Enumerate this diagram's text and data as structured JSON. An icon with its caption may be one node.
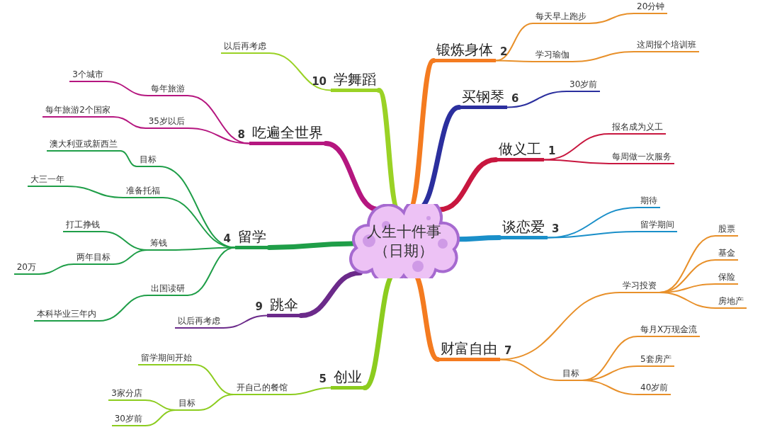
{
  "diagram": {
    "nodes": [
      {
        "text": [
          "人生十件事",
          "（日期）"
        ]
      },
      {
        "text": [
          "锻炼身体"
        ],
        "beside": [
          "2"
        ]
      },
      {
        "text": [
          "每天早上跑步"
        ]
      },
      {
        "text": [
          "20分钟"
        ]
      },
      {
        "text": [
          "学习瑜伽"
        ]
      },
      {
        "text": [
          "这周报个培训班"
        ]
      },
      {
        "text": [
          "买钢琴"
        ],
        "beside": [
          "6"
        ]
      },
      {
        "text": [
          "30岁前"
        ]
      },
      {
        "text": [
          "做义工"
        ],
        "beside": [
          "1"
        ]
      },
      {
        "text": [
          "报名成为义工"
        ]
      },
      {
        "text": [
          "每周做一次服务"
        ]
      },
      {
        "text": [
          "谈恋爱"
        ],
        "beside": [
          "3"
        ]
      },
      {
        "text": [
          "期待"
        ]
      },
      {
        "text": [
          "留学期间"
        ]
      },
      {
        "text": [
          "财富自由"
        ],
        "beside": [
          "7"
        ]
      },
      {
        "text": [
          "学习投资"
        ]
      },
      {
        "text": [
          "股票"
        ]
      },
      {
        "text": [
          "基金"
        ]
      },
      {
        "text": [
          "保险"
        ]
      },
      {
        "text": [
          "房地产"
        ]
      },
      {
        "text": [
          "目标"
        ]
      },
      {
        "text": [
          "每月X万现金流"
        ]
      },
      {
        "text": [
          "5套房产"
        ]
      },
      {
        "text": [
          "40岁前"
        ]
      },
      {
        "text": [
          "创业"
        ],
        "beside": [
          "5"
        ]
      },
      {
        "text": [
          "开自己的餐馆"
        ]
      },
      {
        "text": [
          "留学期间开始"
        ]
      },
      {
        "text": [
          "目标"
        ]
      },
      {
        "text": [
          "3家分店"
        ]
      },
      {
        "text": [
          "30岁前"
        ]
      },
      {
        "text": [
          "跳伞"
        ],
        "beside": [
          "9"
        ]
      },
      {
        "text": [
          "以后再考虑"
        ]
      },
      {
        "text": [
          "留学"
        ],
        "beside": [
          "4"
        ]
      },
      {
        "text": [
          "目标"
        ]
      },
      {
        "text": [
          "澳大利亚或新西兰"
        ]
      },
      {
        "text": [
          "准备托福"
        ]
      },
      {
        "text": [
          "大三一年"
        ]
      },
      {
        "text": [
          "筹钱"
        ]
      },
      {
        "text": [
          "打工挣钱"
        ]
      },
      {
        "text": [
          "两年目标"
        ]
      },
      {
        "text": [
          "20万"
        ]
      },
      {
        "text": [
          "出国读研"
        ]
      },
      {
        "text": [
          "本科毕业三年内"
        ]
      },
      {
        "text": [
          "吃遍全世界"
        ],
        "beside": [
          "8"
        ]
      },
      {
        "text": [
          "每年旅游"
        ]
      },
      {
        "text": [
          "3个城市"
        ]
      },
      {
        "text": [
          "35岁以后"
        ]
      },
      {
        "text": [
          "每年旅游2个国家"
        ]
      },
      {
        "text": [
          "学舞蹈"
        ],
        "beside": [
          "10"
        ]
      },
      {
        "text": [
          "以后再考虑"
        ]
      }
    ],
    "edges": [
      {
        "from": 0,
        "to": 1,
        "arrow": "none",
        "style": "thick",
        "color": "#f47b20"
      },
      {
        "from": 1,
        "to": 2,
        "arrow": "none",
        "color": "#e8902a"
      },
      {
        "from": 2,
        "to": 3,
        "arrow": "none",
        "color": "#e8902a"
      },
      {
        "from": 1,
        "to": 4,
        "arrow": "none",
        "color": "#e8902a"
      },
      {
        "from": 4,
        "to": 5,
        "arrow": "none",
        "color": "#e8902a"
      },
      {
        "from": 0,
        "to": 6,
        "arrow": "none",
        "style": "thick",
        "color": "#2b2f9e"
      },
      {
        "from": 6,
        "to": 7,
        "arrow": "none",
        "color": "#2b2f9e"
      },
      {
        "from": 0,
        "to": 8,
        "arrow": "none",
        "style": "thick",
        "color": "#c8173f"
      },
      {
        "from": 8,
        "to": 9,
        "arrow": "none",
        "color": "#c8173f"
      },
      {
        "from": 8,
        "to": 10,
        "arrow": "none",
        "color": "#c8173f"
      },
      {
        "from": 0,
        "to": 11,
        "arrow": "none",
        "style": "thick",
        "color": "#1a8fc9"
      },
      {
        "from": 11,
        "to": 12,
        "arrow": "none",
        "color": "#1a8fc9"
      },
      {
        "from": 11,
        "to": 13,
        "arrow": "none",
        "color": "#1a8fc9"
      },
      {
        "from": 0,
        "to": 14,
        "arrow": "none",
        "style": "thick",
        "color": "#f47b20"
      },
      {
        "from": 14,
        "to": 15,
        "arrow": "none",
        "color": "#e8902a"
      },
      {
        "from": 15,
        "to": 16,
        "arrow": "none",
        "color": "#e8902a"
      },
      {
        "from": 15,
        "to": 17,
        "arrow": "none",
        "color": "#e8902a"
      },
      {
        "from": 15,
        "to": 18,
        "arrow": "none",
        "color": "#e8902a"
      },
      {
        "from": 15,
        "to": 19,
        "arrow": "none",
        "color": "#e8902a"
      },
      {
        "from": 14,
        "to": 20,
        "arrow": "none",
        "color": "#e8902a"
      },
      {
        "from": 20,
        "to": 21,
        "arrow": "none",
        "color": "#e8902a"
      },
      {
        "from": 20,
        "to": 22,
        "arrow": "none",
        "color": "#e8902a"
      },
      {
        "from": 20,
        "to": 23,
        "arrow": "none",
        "color": "#e8902a"
      },
      {
        "from": 0,
        "to": 24,
        "arrow": "none",
        "style": "thick",
        "color": "#8ccc1f"
      },
      {
        "from": 24,
        "to": 25,
        "arrow": "none",
        "color": "#8ccc1f"
      },
      {
        "from": 25,
        "to": 26,
        "arrow": "none",
        "color": "#8ccc1f"
      },
      {
        "from": 25,
        "to": 27,
        "arrow": "none",
        "color": "#8ccc1f"
      },
      {
        "from": 27,
        "to": 28,
        "arrow": "none",
        "color": "#8ccc1f"
      },
      {
        "from": 27,
        "to": 29,
        "arrow": "none",
        "color": "#8ccc1f"
      },
      {
        "from": 0,
        "to": 30,
        "arrow": "none",
        "style": "thick",
        "color": "#6b2a8a"
      },
      {
        "from": 30,
        "to": 31,
        "arrow": "none",
        "color": "#6b2a8a"
      },
      {
        "from": 0,
        "to": 32,
        "arrow": "none",
        "style": "thick",
        "color": "#1f9e48"
      },
      {
        "from": 32,
        "to": 33,
        "arrow": "none",
        "color": "#1f9e48"
      },
      {
        "from": 33,
        "to": 34,
        "arrow": "none",
        "color": "#1f9e48"
      },
      {
        "from": 32,
        "to": 35,
        "arrow": "none",
        "color": "#1f9e48"
      },
      {
        "from": 35,
        "to": 36,
        "arrow": "none",
        "color": "#1f9e48"
      },
      {
        "from": 32,
        "to": 37,
        "arrow": "none",
        "color": "#1f9e48"
      },
      {
        "from": 37,
        "to": 38,
        "arrow": "none",
        "color": "#1f9e48"
      },
      {
        "from": 37,
        "to": 39,
        "arrow": "none",
        "color": "#1f9e48"
      },
      {
        "from": 39,
        "to": 40,
        "arrow": "none",
        "color": "#1f9e48"
      },
      {
        "from": 32,
        "to": 41,
        "arrow": "none",
        "color": "#1f9e48"
      },
      {
        "from": 41,
        "to": 42,
        "arrow": "none",
        "color": "#1f9e48"
      },
      {
        "from": 0,
        "to": 43,
        "arrow": "none",
        "style": "thick",
        "color": "#b5167f"
      },
      {
        "from": 43,
        "to": 44,
        "arrow": "none",
        "color": "#b5167f"
      },
      {
        "from": 44,
        "to": 45,
        "arrow": "none",
        "color": "#b5167f"
      },
      {
        "from": 43,
        "to": 46,
        "arrow": "none",
        "color": "#b5167f"
      },
      {
        "from": 46,
        "to": 47,
        "arrow": "none",
        "color": "#b5167f"
      },
      {
        "from": 0,
        "to": 48,
        "arrow": "none",
        "style": "thick",
        "color": "#9ad225"
      },
      {
        "from": 48,
        "to": 49,
        "arrow": "none",
        "color": "#9ad225"
      }
    ]
  }
}
